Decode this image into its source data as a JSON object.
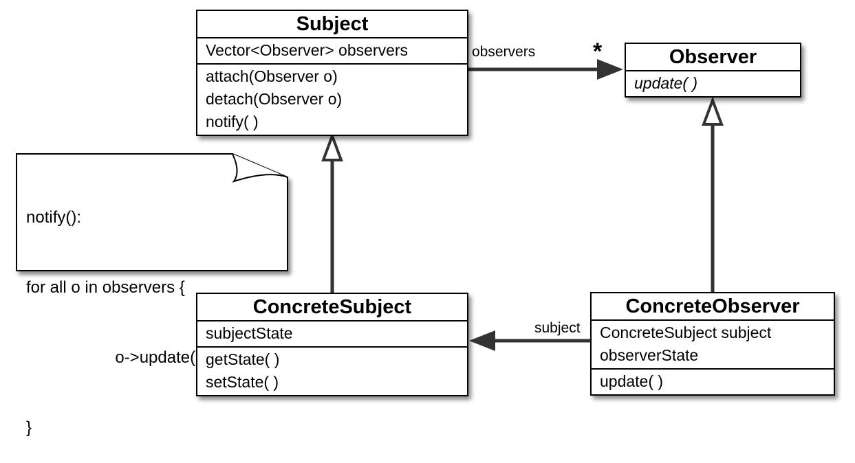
{
  "classes": {
    "subject": {
      "name": "Subject",
      "attributes": [
        "Vector<Observer> observers"
      ],
      "methods": [
        "attach(Observer o)",
        "detach(Observer o)",
        "notify( )"
      ]
    },
    "observer": {
      "name": "Observer",
      "methods": [
        "update( )"
      ]
    },
    "concrete_subject": {
      "name": "ConcreteSubject",
      "attributes": [
        "subjectState"
      ],
      "methods": [
        "getState( )",
        "setState( )"
      ]
    },
    "concrete_observer": {
      "name": "ConcreteObserver",
      "attributes": [
        "ConcreteSubject subject",
        "observerState"
      ],
      "methods": [
        "update( )"
      ]
    }
  },
  "associations": {
    "observers_label": "observers",
    "observers_multiplicity": "*",
    "subject_label": "subject"
  },
  "note": {
    "lines": [
      "notify():",
      "for all o in observers {",
      "        o->update()",
      "}"
    ]
  },
  "colors": {
    "line": "#333333",
    "border": "#000000",
    "background": "#ffffff"
  }
}
